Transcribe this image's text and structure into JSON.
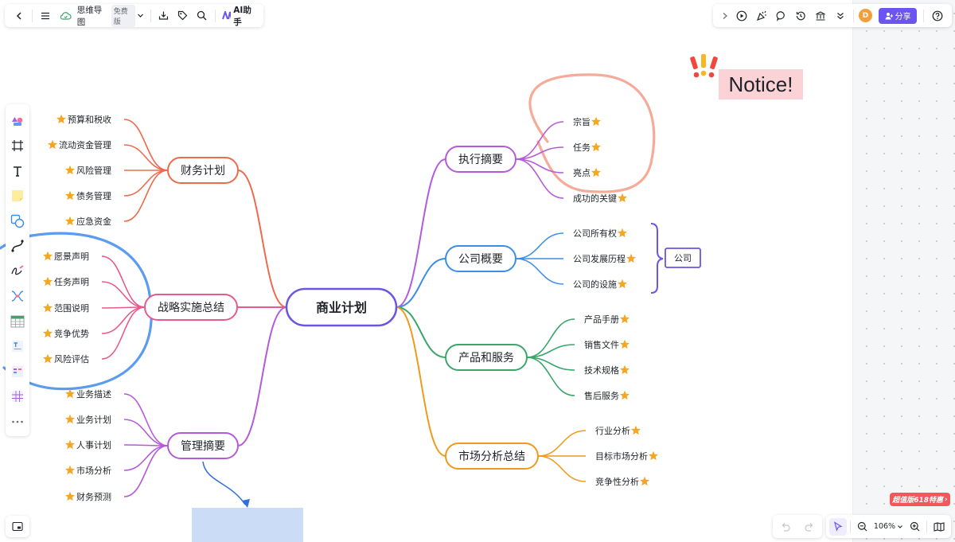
{
  "toolbar": {
    "doc_title": "思维导图",
    "plan_badge": "免费版",
    "ai_label": "AI助手"
  },
  "topbar": {
    "avatar_initial": "D",
    "share_label": "分享"
  },
  "notice": {
    "text": "Notice!"
  },
  "mindmap": {
    "center": "商业计划",
    "left_branches": [
      {
        "label": "财务计划",
        "color": "#ee6a4d",
        "items": [
          "预算和税收",
          "流动资金管理",
          "风险管理",
          "债务管理",
          "应急资金"
        ]
      },
      {
        "label": "战略实施总结",
        "color": "#e65a8c",
        "items": [
          "愿景声明",
          "任务声明",
          "范围说明",
          "竞争优势",
          "风险评估"
        ]
      },
      {
        "label": "管理摘要",
        "color": "#b55ad9",
        "items": [
          "业务描述",
          "业务计划",
          "人事计划",
          "市场分析",
          "财务预测"
        ]
      }
    ],
    "right_branches": [
      {
        "label": "执行摘要",
        "color": "#b55ad9",
        "items": [
          "宗旨",
          "任务",
          "亮点",
          "成功的关键"
        ]
      },
      {
        "label": "公司概要",
        "color": "#3b8ee8",
        "items": [
          "公司所有权",
          "公司发展历程",
          "公司的设施"
        ]
      },
      {
        "label": "产品和服务",
        "color": "#3aa66b",
        "items": [
          "产品手册",
          "销售文件",
          "技术规格",
          "售后服务"
        ]
      },
      {
        "label": "市场分析总结",
        "color": "#f09a1a",
        "items": [
          "行业分析",
          "目标市场分析",
          "竞争性分析"
        ]
      }
    ],
    "summary_label": "公司"
  },
  "zoom": {
    "level": "106%"
  },
  "promo": {
    "text": "超值版618特惠"
  },
  "colors": {
    "center_border": "#6a56e0",
    "star": "#f5a623",
    "share": "#6c54f0"
  }
}
